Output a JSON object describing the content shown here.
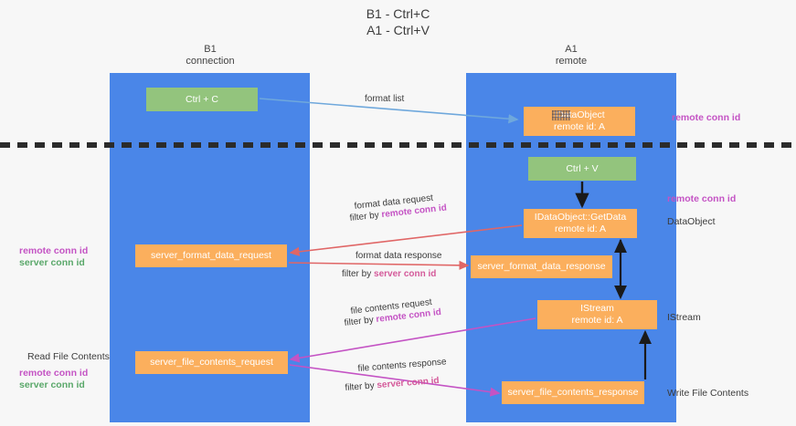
{
  "title": "B1 - Ctrl+C\nA1 - Ctrl+V",
  "columns": {
    "left": "B1\nconnection",
    "right": "A1\nremote"
  },
  "boxes": {
    "ctrl_c": "Ctrl + C",
    "ctrl_v": "Ctrl + V",
    "idataobject": "IDataObject\nremote id: A",
    "idataobject_line1": "IDataObject",
    "idataobject_line2": "remote id: A",
    "getdata_line1": "IDataObject::GetData",
    "getdata_line2": "remote id: A",
    "istream_line1": "IStream",
    "istream_line2": "remote id: A",
    "server_format_data_request": "server_format_data_request",
    "server_format_data_response": "server_format_data_response",
    "server_file_contents_request": "server_file_contents_request",
    "server_file_contents_response": "server_file_contents_response"
  },
  "labels": {
    "remote_conn_id": "remote conn id",
    "server_conn_id": "server conn id",
    "data_object": "DataObject",
    "istream": "IStream",
    "write_file_contents": "Write File Contents",
    "read_file_contents": "Read File Contents"
  },
  "annotations": {
    "format_list": "format list",
    "format_data_request": "format data request",
    "filter_by": "filter by ",
    "filter_remote": "remote conn id",
    "filter_server": "server conn id",
    "format_data_response": "format data response",
    "file_contents_request": "file contents request",
    "file_contents_response": "file contents response"
  },
  "colors": {
    "lane": "#4a86e8",
    "green_box": "#93c47d",
    "orange_box": "#fbaf5d",
    "pink_text": "#c453c4",
    "green_text": "#5aa86a",
    "magenta_text": "#d45a9a",
    "arrow_blue": "#6fa8dc",
    "arrow_red": "#e06666",
    "arrow_magenta": "#c453c4",
    "arrow_black": "#2b2b2b",
    "divider": "#2b2b2b",
    "background": "#f7f7f7"
  }
}
